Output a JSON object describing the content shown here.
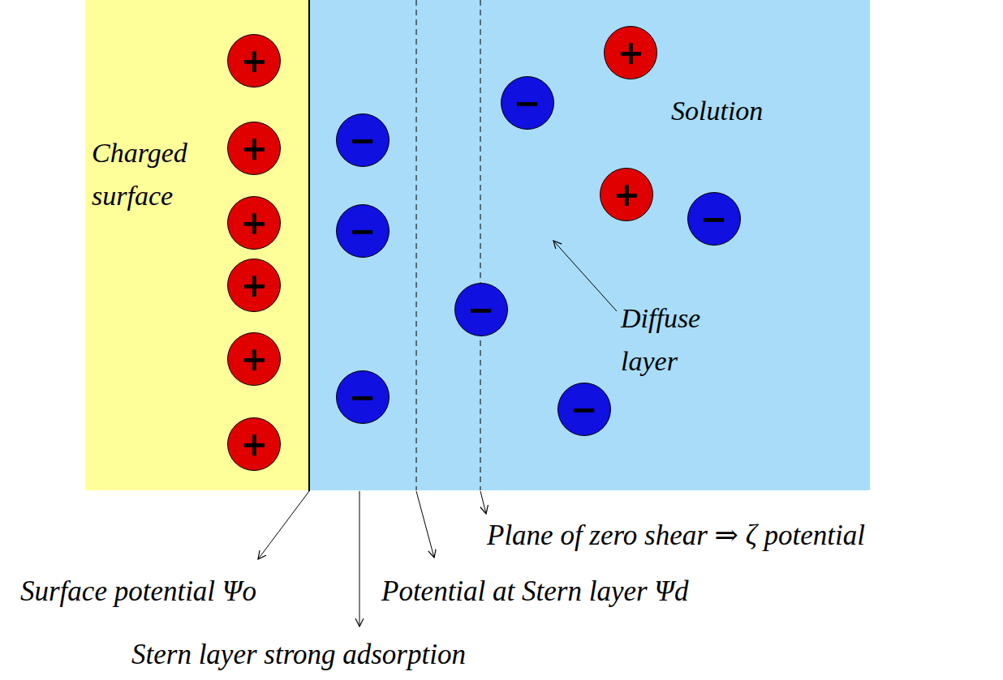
{
  "diagram": {
    "nodes": [
      {
        "text": [
          "Charged surface"
        ]
      },
      {
        "text": [
          "+"
        ],
        "in": 0
      },
      {
        "text": [
          "+"
        ],
        "in": 0
      },
      {
        "text": [
          "+"
        ],
        "in": 0
      },
      {
        "text": [
          "+"
        ],
        "in": 0
      },
      {
        "text": [
          "+"
        ],
        "in": 0
      },
      {
        "text": [
          "+"
        ],
        "in": 0
      },
      {
        "text": [
          "Solution",
          "Diffuse layer"
        ]
      },
      {
        "text": [
          "+"
        ],
        "in": 7
      },
      {
        "text": [
          "−"
        ],
        "in": 7
      },
      {
        "text": [
          "−"
        ],
        "in": 7
      },
      {
        "text": [
          "+"
        ],
        "in": 7
      },
      {
        "text": [
          "−"
        ],
        "in": 7
      },
      {
        "text": [
          "−"
        ],
        "in": 7
      },
      {
        "text": [
          "−"
        ],
        "in": 7
      },
      {
        "text": [
          "−"
        ],
        "in": 7
      },
      {
        "text": [
          "−"
        ],
        "in": 7
      }
    ],
    "labels": [
      "Plane of zero shear ⇒ ζ potential",
      "Surface potential Ψo",
      "Potential at Stern layer Ψd",
      "Stern layer strong adsorption"
    ]
  }
}
